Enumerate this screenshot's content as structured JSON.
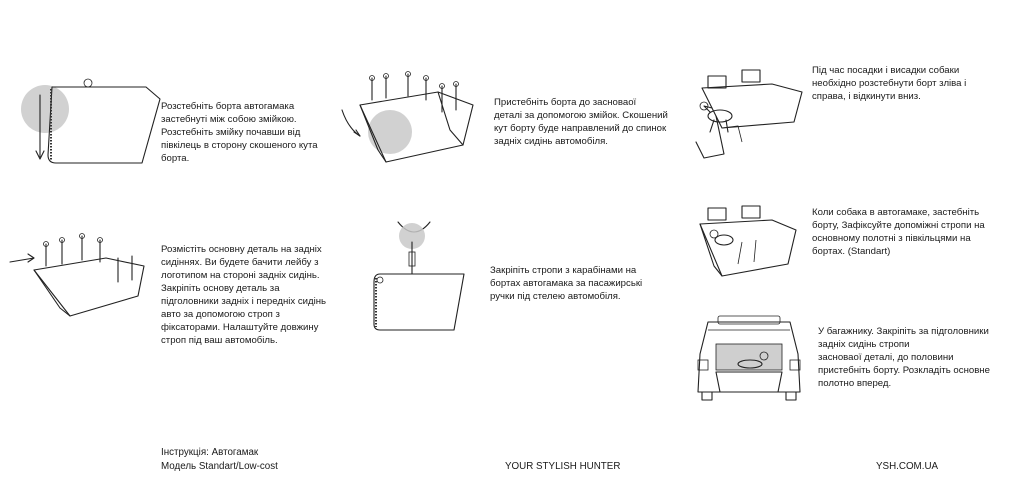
{
  "steps": [
    {
      "text": "Розстебніть борта автогамака\nзастебнуті між собою змійкою.\nРозстебніть змійку почавши від\nпівкілець в сторону скошеного кута\nборта."
    },
    {
      "text": "Пристебніть борта до засноваої\nдеталі за допомогою змійок. Скошений\nкут борту буде направлений до спинок\nзадніх сидінь автомобіля."
    },
    {
      "text": "Під час посадки і висадки собаки\nнеобхідно розстебнути борт зліва і\nсправа, і відкинути вниз."
    },
    {
      "text": "Розмістіть основну деталь на задніх\nсидіннях. Ви будете бачити лейбу з\nлоготипом на стороні задніх сидінь.\nЗакріпіть основу деталь за\nпідголовники задніх і передніх сидінь\nавто за допомогою строп з\nфіксаторами. Налаштуйте довжину\nстроп під ваш автомобіль."
    },
    {
      "text": "Закріпіть стропи з карабінами на\nбортах автогамака за пасажирські\nручки під стелею автомобіля."
    },
    {
      "text": "Коли собака в автогамаке, застебніть\nборту, Зафіксуйте допоміжні стропи на\nосновному полотні з півкільцями на\nбортах. (Standart)"
    },
    {
      "text": "У багажнику. Закріпіть за підголовники\nзадніх сидінь стропи\nзасноваої деталі, до половини\nпристебніть борту. Розкладіть основне\nполотно вперед."
    }
  ],
  "footer": {
    "left": "Інструкція: Автогамак\nМодель Standart/Low-cost",
    "center": "YOUR STYLISH HUNTER",
    "right": "YSH.COM.UA"
  }
}
